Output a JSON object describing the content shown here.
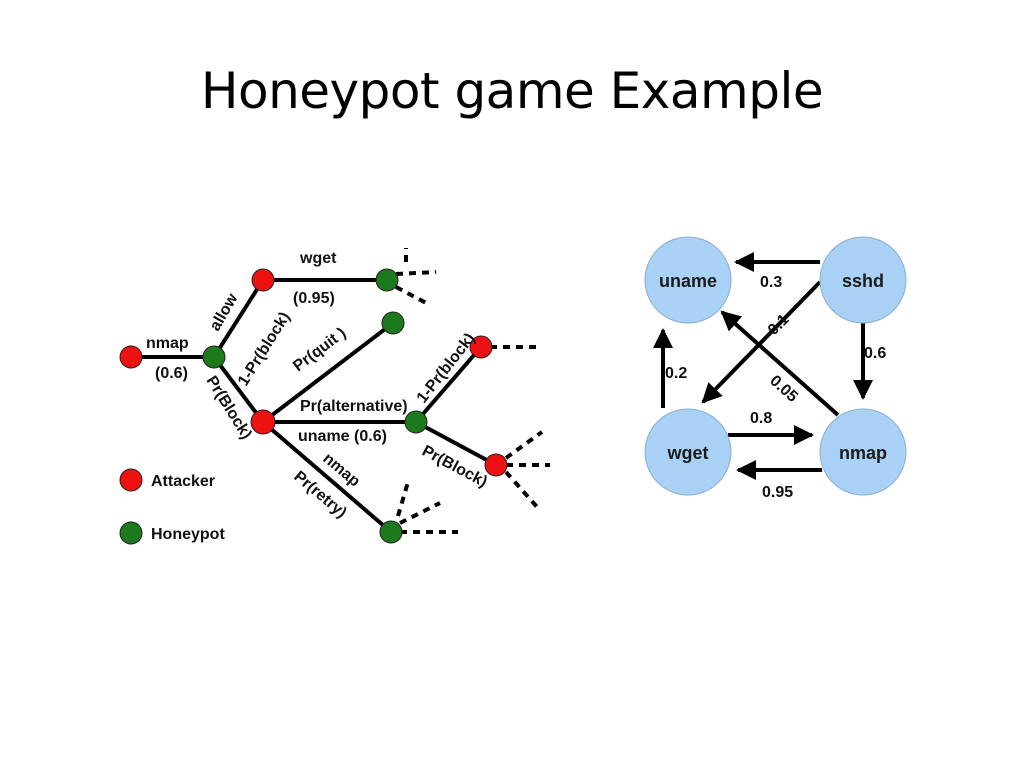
{
  "title": "Honeypot game Example",
  "colors": {
    "attacker": "#ee1111",
    "honeypot": "#1c7a1c",
    "state_node": "#a9d1f5"
  },
  "game_tree": {
    "labels": {
      "nmap_root": "nmap",
      "nmap_root_prob": "(0.6)",
      "allow": "allow",
      "pr_block": "Pr(Block)",
      "one_minus_pr_block": "1-Pr(block)",
      "wget": "wget",
      "wget_prob": "(0.95)",
      "pr_quit": "Pr(quit )",
      "pr_alternative": "Pr(alternative)",
      "uname": "uname (0.6)",
      "nmap_retry": "nmap",
      "pr_retry": "Pr(retry)",
      "one_minus_pr_block_2": "1-Pr(block)",
      "pr_block_2": "Pr(Block)"
    },
    "legend": [
      {
        "name": "Attacker",
        "color": "#ee1111"
      },
      {
        "name": "Honeypot",
        "color": "#1c7a1c"
      }
    ]
  },
  "state_graph": {
    "nodes": {
      "uname": "uname",
      "sshd": "sshd",
      "wget": "wget",
      "nmap": "nmap"
    },
    "edges": {
      "sshd_uname": "0.3",
      "sshd_nmap": "0.6",
      "sshd_wget": "0.1",
      "nmap_uname": "0.05",
      "wget_uname": "0.2",
      "wget_nmap": "0.8",
      "nmap_wget": "0.95"
    }
  }
}
